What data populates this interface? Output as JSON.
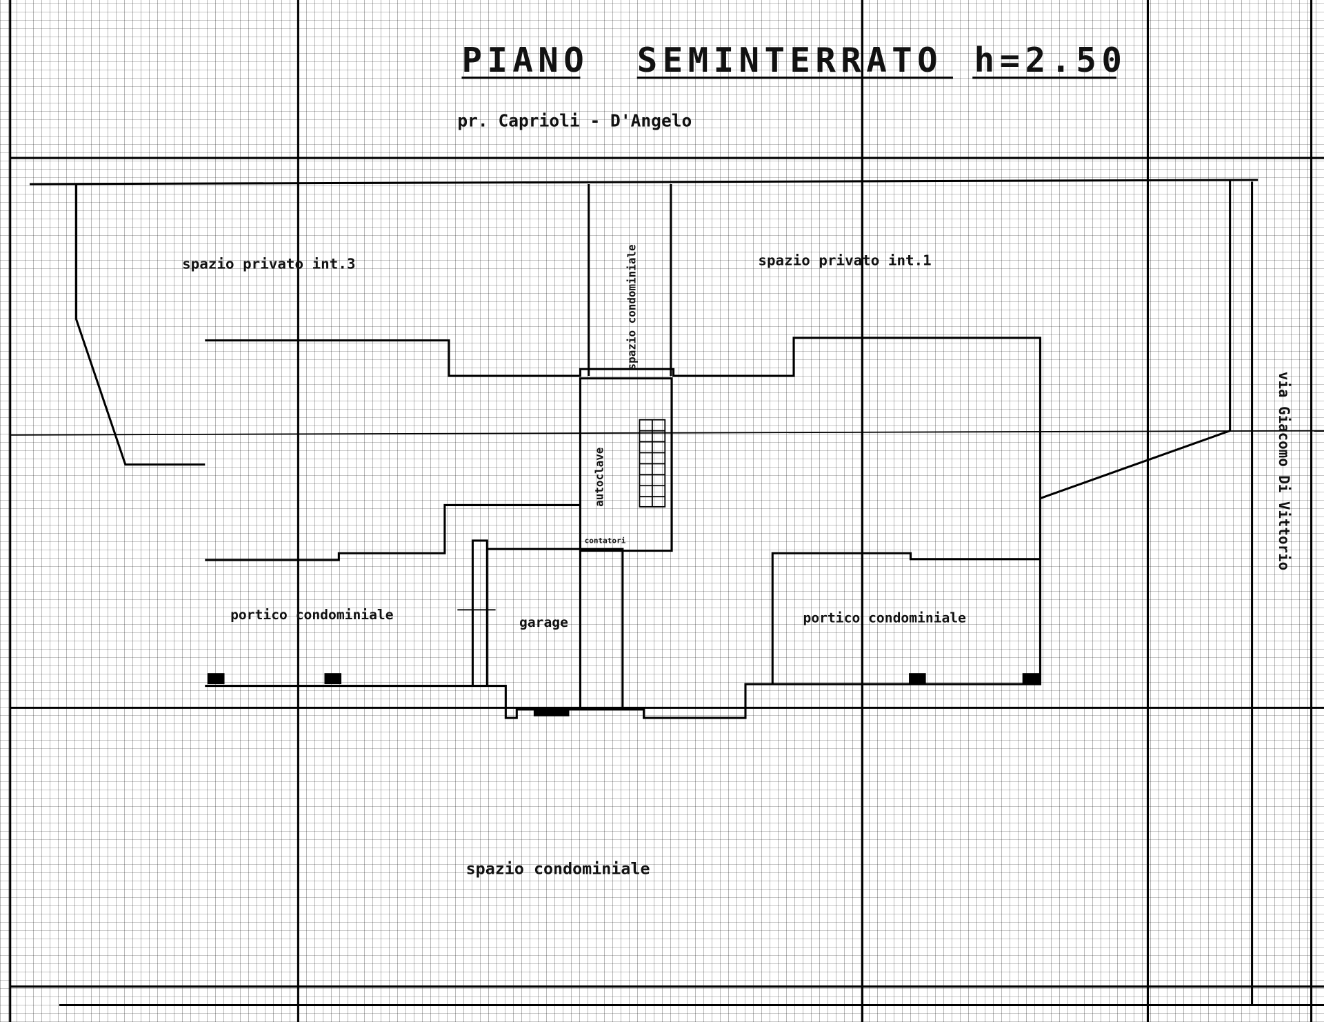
{
  "drawing": {
    "title_piano": "PIANO",
    "title_floor": "SEMINTERRATO",
    "title_height": "h=2.50",
    "owners": "pr. Caprioli - D'Angelo",
    "street": "via Giacomo Di Vittorio"
  },
  "rooms": {
    "private_left": "spazio   privato  int.3",
    "private_right": "spazio   privato  int.1",
    "corridor": "spazio condominiale",
    "autoclave": "autoclave",
    "meters": "contatori",
    "portico_left": "portico condominiale",
    "garage": "garage",
    "portico_right": "portico condominiale",
    "common_space": "spazio      condominiale"
  }
}
